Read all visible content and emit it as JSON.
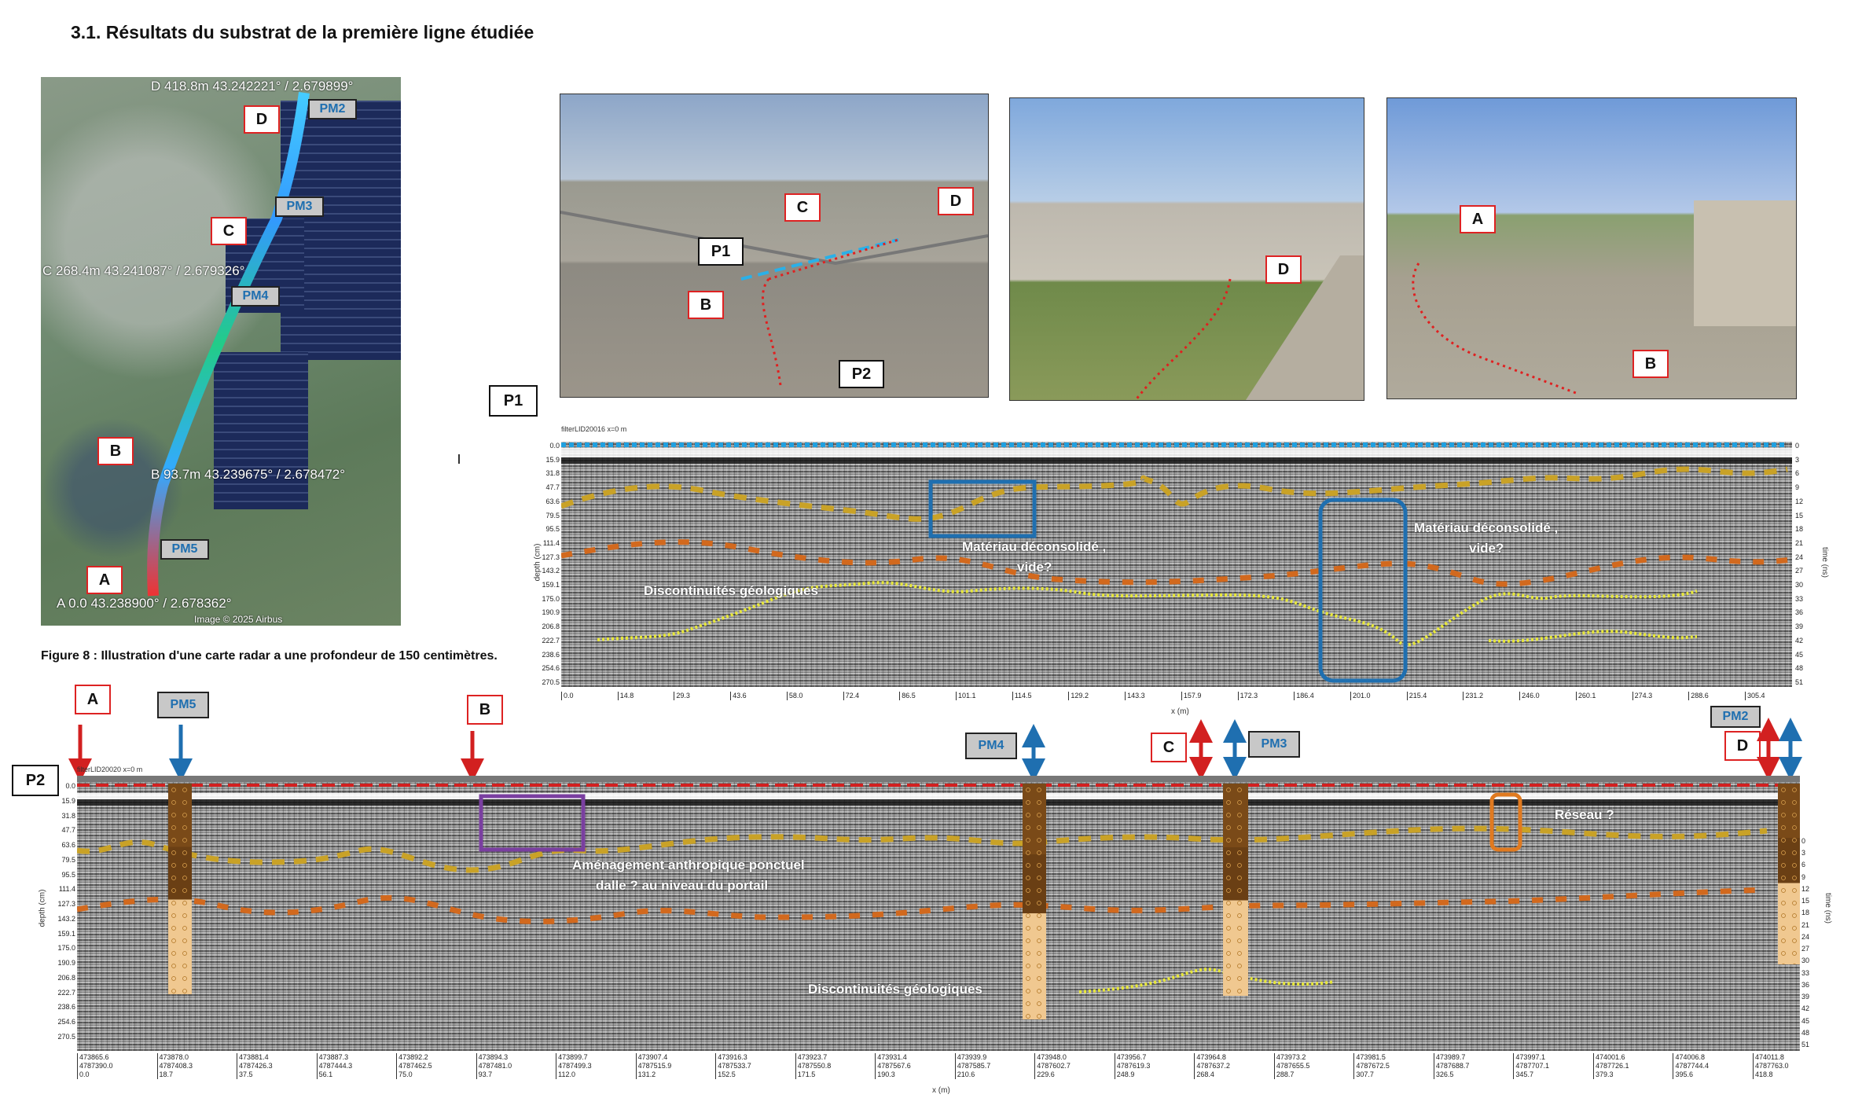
{
  "title": "3.1. Résultats du substrat de la première ligne étudiée",
  "figure_caption": "Figure 8 : Illustration d'une carte radar a une profondeur de 150 centimètres.",
  "map": {
    "coords": {
      "D": "D 418.8m   43.242221° / 2.679899°",
      "C": "C 268.4m   43.241087° / 2.679326°",
      "B": "B 93.7m   43.239675° / 2.678472°",
      "A": "A 0.0   43.238900° / 2.678362°"
    },
    "copyright": "Image © 2025 Airbus",
    "labels": [
      "A",
      "B",
      "C",
      "D"
    ],
    "markers": [
      "PM2",
      "PM3",
      "PM4",
      "PM5"
    ]
  },
  "photos": {
    "photo1_labels": [
      "C",
      "D",
      "P1",
      "B",
      "P2"
    ],
    "photo2_labels": [
      "D"
    ],
    "photo3_labels": [
      "A",
      "B"
    ]
  },
  "p1": {
    "tag": "P1",
    "header": "filterLID20016   x=0 m",
    "annotations": [
      "Matériau déconsolidé ,",
      "vide?",
      "Discontinuités géologiques",
      "Matériau déconsolidé ,",
      "vide?"
    ],
    "depth_label": "depth (cm)",
    "time_label": "time (ns)",
    "x_label": "x (m)",
    "depth_ticks": [
      "0.0",
      "15.9",
      "31.8",
      "47.7",
      "63.6",
      "79.5",
      "95.5",
      "111.4",
      "127.3",
      "143.2",
      "159.1",
      "175.0",
      "190.9",
      "206.8",
      "222.7",
      "238.6",
      "254.6",
      "270.5"
    ],
    "time_ticks": [
      "0",
      "3",
      "6",
      "9",
      "12",
      "15",
      "18",
      "21",
      "24",
      "27",
      "30",
      "33",
      "36",
      "39",
      "42",
      "45",
      "48",
      "51"
    ],
    "x_ticks": [
      "0.0",
      "14.8",
      "29.3",
      "43.6",
      "58.0",
      "72.4",
      "86.5",
      "101.1",
      "114.5",
      "129.2",
      "143.3",
      "157.9",
      "172.3",
      "186.4",
      "201.0",
      "215.4",
      "231.2",
      "246.0",
      "260.1",
      "274.3",
      "288.6",
      "305.4"
    ],
    "marker": "PM2"
  },
  "markers_row": {
    "A": "A",
    "B": "B",
    "C": "C",
    "D": "D",
    "PM5": "PM5",
    "PM4": "PM4",
    "PM3": "PM3"
  },
  "p2": {
    "tag": "P2",
    "header": "filterLID20020   x=0 m",
    "annotations": [
      "Aménagement anthropique ponctuel",
      "dalle ? au niveau du portail",
      "Discontinuités géologiques",
      "Réseau ?"
    ],
    "depth_label": "depth (cm)",
    "time_label": "time (ns)",
    "x_label": "x (m)",
    "depth_ticks": [
      "0.0",
      "15.9",
      "31.8",
      "47.7",
      "63.6",
      "79.5",
      "95.5",
      "111.4",
      "127.3",
      "143.2",
      "159.1",
      "175.0",
      "190.9",
      "206.8",
      "222.7",
      "238.6",
      "254.6",
      "270.5"
    ],
    "time_ticks": [
      "0",
      "3",
      "6",
      "9",
      "12",
      "15",
      "18",
      "21",
      "24",
      "27",
      "30",
      "33",
      "36",
      "39",
      "42",
      "45",
      "48",
      "51"
    ],
    "easting": [
      "473865.6",
      "473878.0",
      "473881.4",
      "473887.3",
      "473892.2",
      "473894.3",
      "473899.7",
      "473907.4",
      "473916.3",
      "473923.7",
      "473931.4",
      "473939.9",
      "473948.0",
      "473956.7",
      "473964.8",
      "473973.2",
      "473981.5",
      "473989.7",
      "473997.1",
      "474001.6",
      "474006.8",
      "474011.8"
    ],
    "northing": [
      "4787390.0",
      "4787408.3",
      "4787426.3",
      "4787444.3",
      "4787462.5",
      "4787481.0",
      "4787499.3",
      "4787515.9",
      "4787533.7",
      "4787550.8",
      "4787567.6",
      "4787585.7",
      "4787602.7",
      "4787619.3",
      "4787637.2",
      "4787655.5",
      "4787672.5",
      "4787688.7",
      "4787707.1",
      "4787726.1",
      "4787744.4",
      "4787763.0"
    ],
    "distance": [
      "0.0",
      "18.7",
      "37.5",
      "56.1",
      "75.0",
      "93.7",
      "112.0",
      "131.2",
      "152.5",
      "171.5",
      "190.3",
      "210.6",
      "229.6",
      "248.9",
      "268.4",
      "288.7",
      "307.7",
      "326.5",
      "345.7",
      "379.3",
      "395.6",
      "418.8"
    ]
  },
  "colors": {
    "red": "#d22020",
    "blue": "#1f6fb0",
    "gold": "#c9a227",
    "orange": "#d2691e",
    "yellow": "#e8e83a",
    "purple": "#7a3fa0"
  }
}
